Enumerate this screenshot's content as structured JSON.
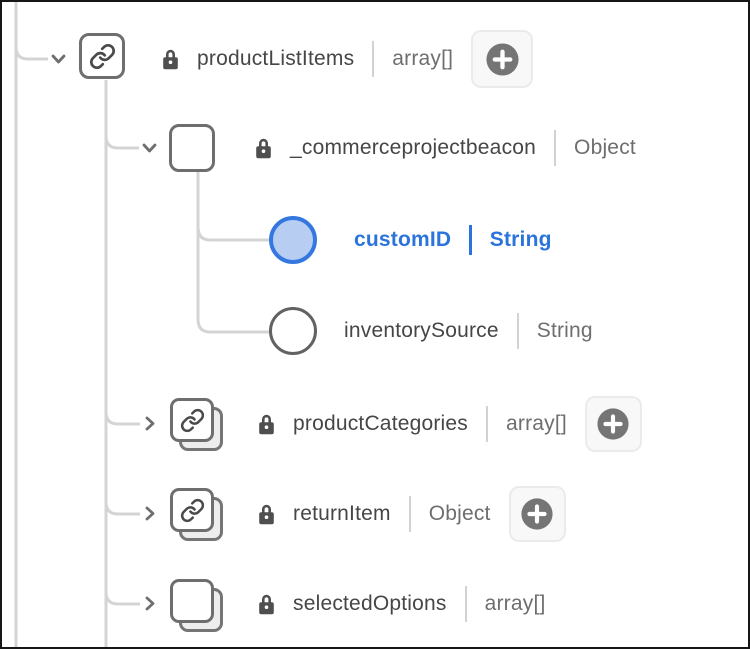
{
  "app": {
    "view": "schema-structure-tree"
  },
  "colors": {
    "accent_blue": "#2B74DC",
    "selected_node_fill": "#B7CEF2",
    "selected_node_border": "#3478DF",
    "name_text": "#464646",
    "type_text": "#6E6E6E",
    "icon_border": "#6E6E6E",
    "connector_line": "#D4D4D4",
    "add_button_circle": "#757575",
    "frame_border": "#161616"
  },
  "icons": {
    "toggle_expanded": "chevron-down-icon",
    "toggle_collapsed": "chevron-right-icon",
    "reference": "link-icon",
    "lock": "lock-icon",
    "add": "plus-circle-icon"
  },
  "tree": {
    "rows": [
      {
        "name": "productListItems",
        "type": "array[]",
        "locked": true,
        "toggle": "chevron-down",
        "icon": "link-node",
        "stacked": false,
        "has_add_button": true,
        "selected": false
      },
      {
        "name": "_commerceprojectbeacon",
        "type": "Object",
        "locked": true,
        "toggle": "chevron-down",
        "icon": "object-node",
        "stacked": false,
        "has_add_button": false,
        "selected": false
      },
      {
        "name": "customID",
        "type": "String",
        "locked": false,
        "toggle": null,
        "icon": "leaf-node-selected",
        "stacked": false,
        "has_add_button": false,
        "selected": true
      },
      {
        "name": "inventorySource",
        "type": "String",
        "locked": false,
        "toggle": null,
        "icon": "leaf-node",
        "stacked": false,
        "has_add_button": false,
        "selected": false
      },
      {
        "name": "productCategories",
        "type": "array[]",
        "locked": true,
        "toggle": "chevron-right",
        "icon": "link-node-stacked",
        "stacked": true,
        "has_add_button": true,
        "selected": false
      },
      {
        "name": "returnItem",
        "type": "Object",
        "locked": true,
        "toggle": "chevron-right",
        "icon": "link-node-stacked",
        "stacked": true,
        "has_add_button": true,
        "selected": false
      },
      {
        "name": "selectedOptions",
        "type": "array[]",
        "locked": true,
        "toggle": "chevron-right",
        "icon": "object-node-stacked",
        "stacked": true,
        "has_add_button": false,
        "selected": false
      }
    ]
  }
}
